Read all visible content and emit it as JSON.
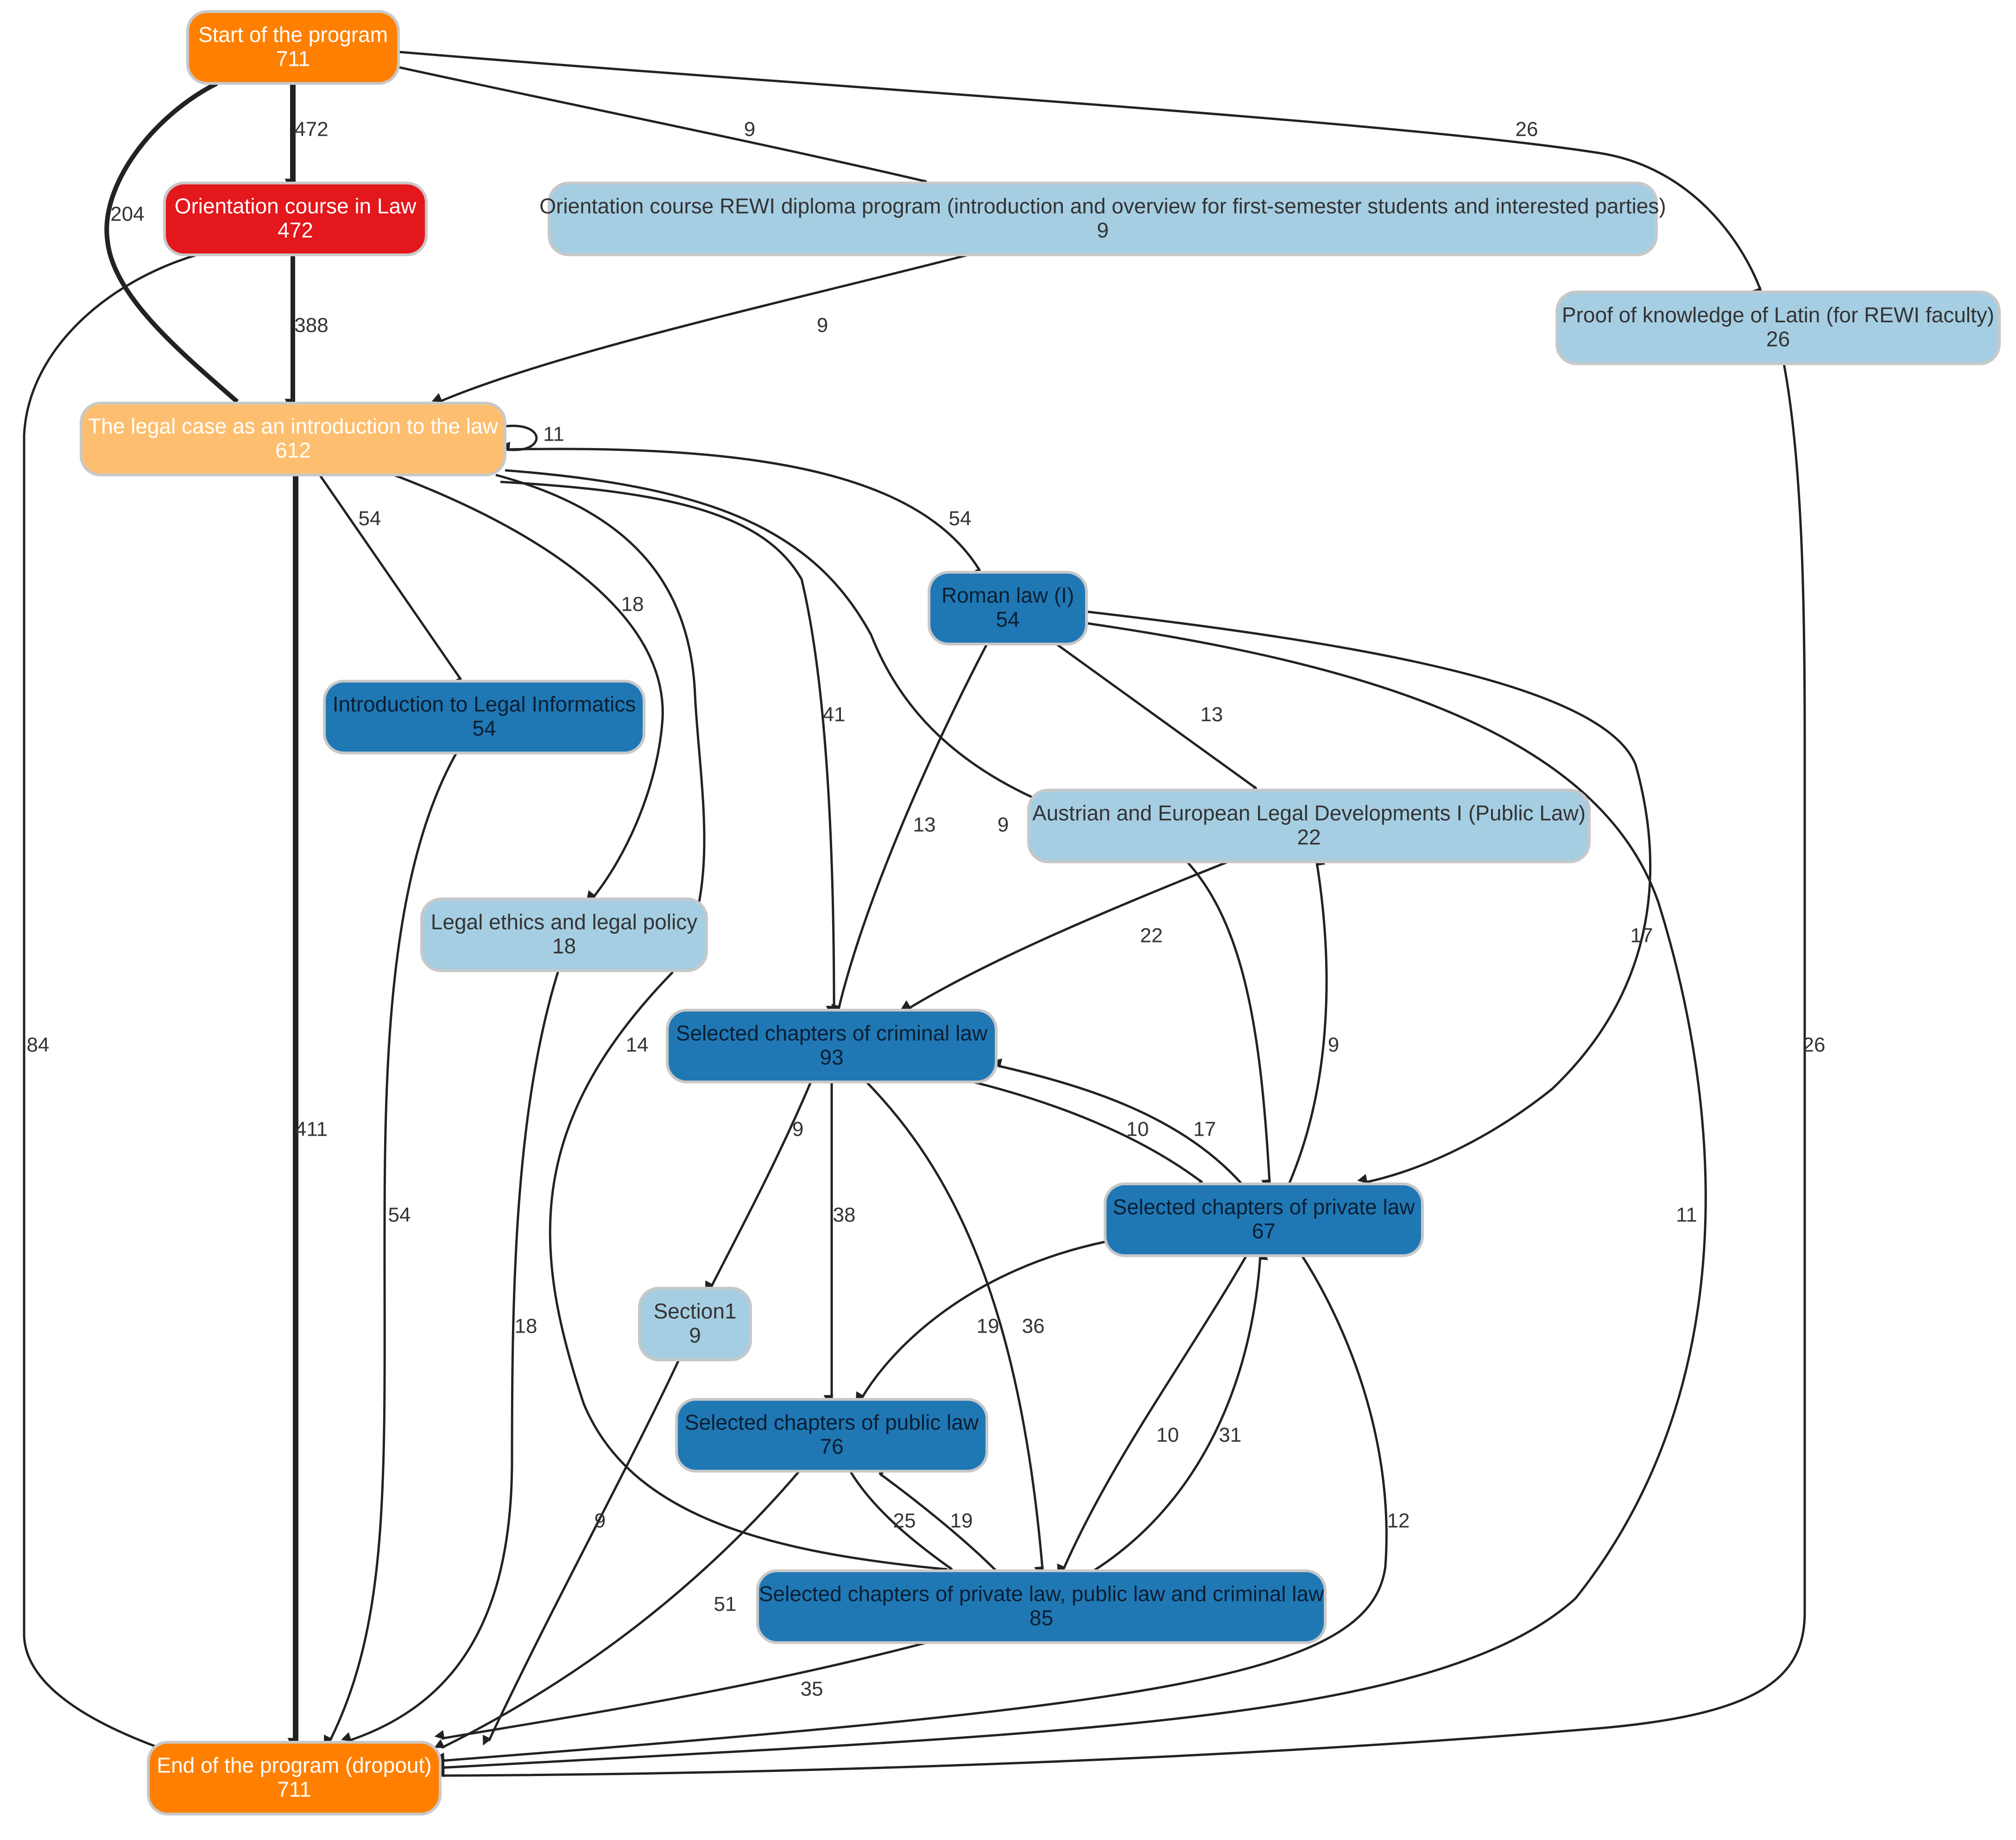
{
  "palette": {
    "orange": "#ff8000",
    "red": "#e3171c",
    "light_orange": "#fdbf6f",
    "light_blue": "#a6cee3",
    "dark_blue": "#1f78b4",
    "edge": "#222222"
  },
  "nodes": [
    {
      "id": "start",
      "label": "Start of the program",
      "count": "711",
      "color": "orange"
    },
    {
      "id": "orient-law",
      "label": "Orientation course in Law",
      "count": "472",
      "color": "red"
    },
    {
      "id": "orient-rewi",
      "label": "Orientation course REWI diploma program (introduction and overview for first-semester students and interested parties)",
      "count": "9",
      "color": "light_blue"
    },
    {
      "id": "latin",
      "label": "Proof of knowledge of Latin (for REWI faculty)",
      "count": "26",
      "color": "light_blue"
    },
    {
      "id": "legal-case",
      "label": "The legal case as an introduction to the law",
      "count": "612",
      "color": "light_orange"
    },
    {
      "id": "roman",
      "label": "Roman law (I)",
      "count": "54",
      "color": "dark_blue"
    },
    {
      "id": "informatics",
      "label": "Introduction to Legal Informatics",
      "count": "54",
      "color": "dark_blue"
    },
    {
      "id": "austrian",
      "label": "Austrian and European Legal Developments I (Public Law)",
      "count": "22",
      "color": "light_blue"
    },
    {
      "id": "ethics",
      "label": "Legal ethics and legal policy",
      "count": "18",
      "color": "light_blue"
    },
    {
      "id": "criminal",
      "label": "Selected chapters of criminal law",
      "count": "93",
      "color": "dark_blue"
    },
    {
      "id": "private",
      "label": "Selected chapters of private law",
      "count": "67",
      "color": "dark_blue"
    },
    {
      "id": "section1",
      "label": "Section1",
      "count": "9",
      "color": "light_blue"
    },
    {
      "id": "public",
      "label": "Selected chapters of public law",
      "count": "76",
      "color": "dark_blue"
    },
    {
      "id": "combined",
      "label": "Selected chapters of private law, public law and criminal law",
      "count": "85",
      "color": "dark_blue"
    },
    {
      "id": "end",
      "label": "End of the program (dropout)",
      "count": "711",
      "color": "orange"
    }
  ],
  "edges": [
    {
      "from": "start",
      "to": "orient-law",
      "label": "472"
    },
    {
      "from": "start",
      "to": "legal-case",
      "label": "204"
    },
    {
      "from": "start",
      "to": "orient-rewi",
      "label": "9"
    },
    {
      "from": "start",
      "to": "latin",
      "label": "26"
    },
    {
      "from": "orient-law",
      "to": "legal-case",
      "label": "388"
    },
    {
      "from": "orient-law",
      "to": "end",
      "label": "84"
    },
    {
      "from": "orient-rewi",
      "to": "legal-case",
      "label": "9"
    },
    {
      "from": "latin",
      "to": "end",
      "label": "26"
    },
    {
      "from": "legal-case",
      "to": "legal-case",
      "label": "11"
    },
    {
      "from": "legal-case",
      "to": "end",
      "label": "411"
    },
    {
      "from": "legal-case",
      "to": "informatics",
      "label": "54"
    },
    {
      "from": "legal-case",
      "to": "ethics",
      "label": "18"
    },
    {
      "from": "legal-case",
      "to": "combined",
      "label": "14"
    },
    {
      "from": "legal-case",
      "to": "criminal",
      "label": "41"
    },
    {
      "from": "legal-case",
      "to": "private",
      "label": "9"
    },
    {
      "from": "legal-case",
      "to": "roman",
      "label": "54"
    },
    {
      "from": "roman",
      "to": "criminal",
      "label": "13"
    },
    {
      "from": "roman",
      "to": "austrian",
      "label": "13"
    },
    {
      "from": "roman",
      "to": "private",
      "label": "17"
    },
    {
      "from": "roman",
      "to": "end",
      "label": "11"
    },
    {
      "from": "informatics",
      "to": "end",
      "label": "54"
    },
    {
      "from": "ethics",
      "to": "end",
      "label": "18"
    },
    {
      "from": "austrian",
      "to": "criminal",
      "label": "22"
    },
    {
      "from": "private",
      "to": "austrian",
      "label": "9"
    },
    {
      "from": "criminal",
      "to": "section1",
      "label": "9"
    },
    {
      "from": "criminal",
      "to": "public",
      "label": "38"
    },
    {
      "from": "criminal",
      "to": "combined",
      "label": "36"
    },
    {
      "from": "criminal",
      "to": "private",
      "label": "10"
    },
    {
      "from": "private",
      "to": "criminal",
      "label": "17"
    },
    {
      "from": "private",
      "to": "public",
      "label": "19"
    },
    {
      "from": "private",
      "to": "combined",
      "label": "10"
    },
    {
      "from": "combined",
      "to": "private",
      "label": "31"
    },
    {
      "from": "private",
      "to": "end",
      "label": "12"
    },
    {
      "from": "section1",
      "to": "end",
      "label": "9"
    },
    {
      "from": "public",
      "to": "combined",
      "label": "25"
    },
    {
      "from": "combined",
      "to": "public",
      "label": "19"
    },
    {
      "from": "public",
      "to": "end",
      "label": "51"
    },
    {
      "from": "combined",
      "to": "end",
      "label": "35"
    }
  ]
}
